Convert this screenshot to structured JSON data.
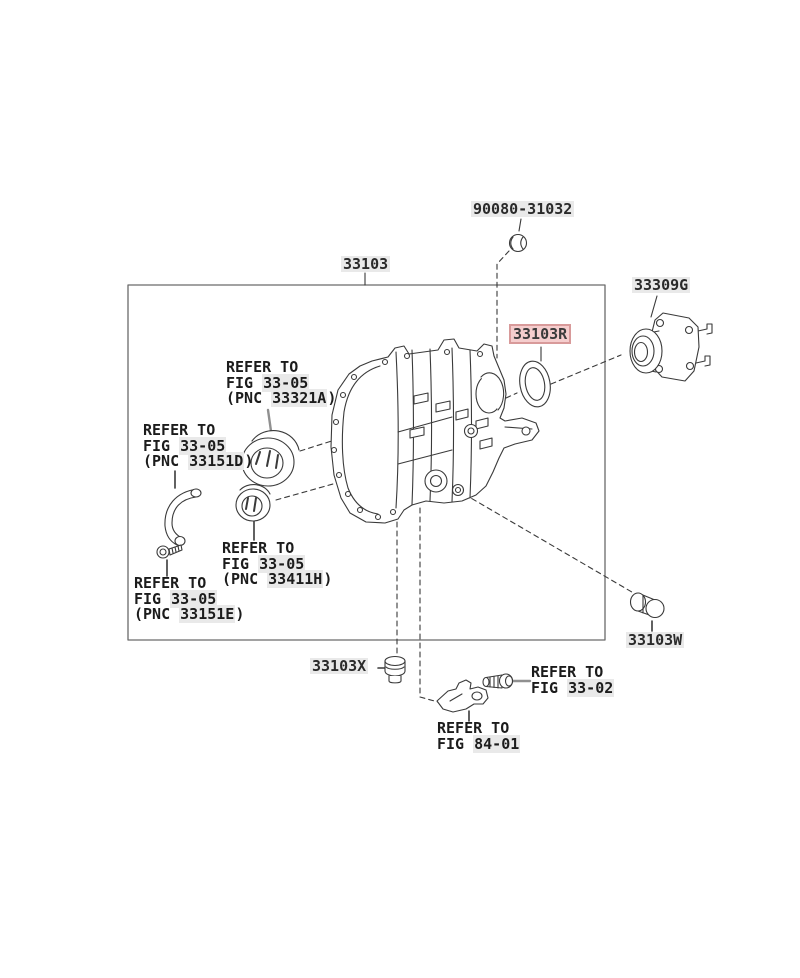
{
  "colors": {
    "highlight_gray": "#e9e9e9",
    "highlight_pink": "#f5cdcd",
    "highlight_pink_border": "#d89a9a",
    "line": "#3a3a3a"
  },
  "parts": {
    "bolt_90080": {
      "number": "90080-31032"
    },
    "case_33103": {
      "number": "33103"
    },
    "flange_33309G": {
      "number": "33309G"
    },
    "seal_33103R": {
      "number": "33103R",
      "highlighted": true
    },
    "plug_33103X": {
      "number": "33103X"
    },
    "plug_33103W": {
      "number": "33103W"
    }
  },
  "references": {
    "r33321A": {
      "refer": "REFER TO",
      "fig_word": "FIG",
      "fig_no": "33-05",
      "pnc_open": "(PNC",
      "pnc_no": "33321A",
      "close": ")"
    },
    "r33151D": {
      "refer": "REFER TO",
      "fig_word": "FIG",
      "fig_no": "33-05",
      "pnc_open": "(PNC",
      "pnc_no": "33151D",
      "close": ")"
    },
    "r33411H": {
      "refer": "REFER TO",
      "fig_word": "FIG",
      "fig_no": "33-05",
      "pnc_open": "(PNC",
      "pnc_no": "33411H",
      "close": ")"
    },
    "r33151E": {
      "refer": "REFER TO",
      "fig_word": "FIG",
      "fig_no": "33-05",
      "pnc_open": "(PNC",
      "pnc_no": "33151E",
      "close": ")"
    },
    "r3302": {
      "refer": "REFER TO",
      "fig_word": "FIG",
      "fig_no": "33-02"
    },
    "r8401": {
      "refer": "REFER TO",
      "fig_word": "FIG",
      "fig_no": "84-01"
    }
  }
}
